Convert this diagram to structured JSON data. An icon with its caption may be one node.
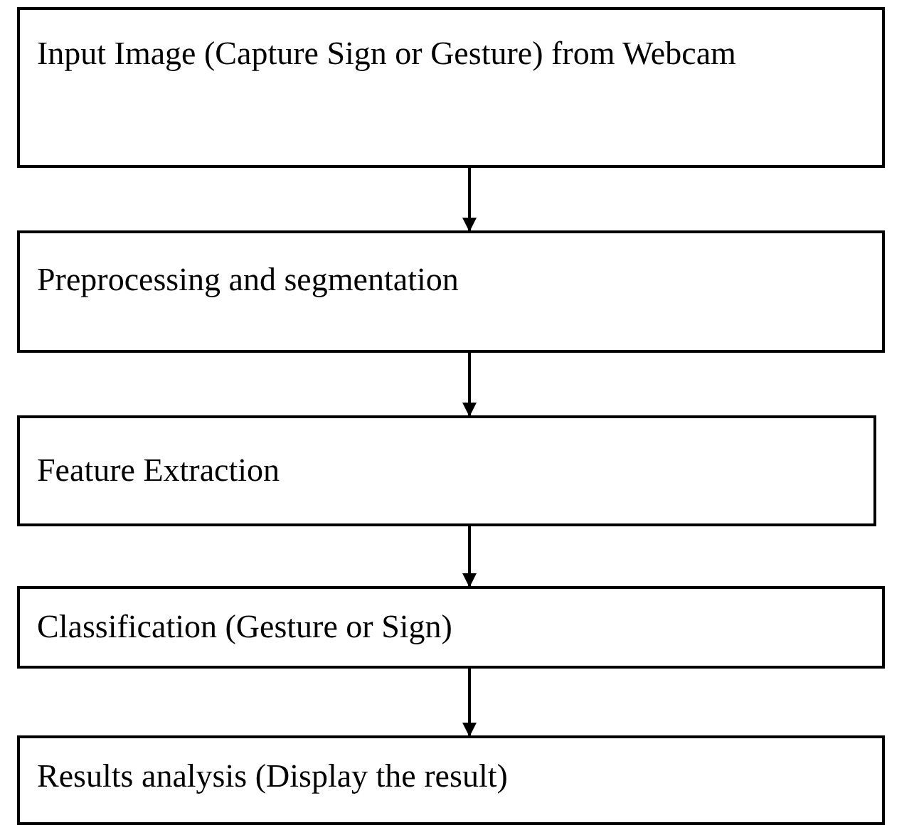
{
  "diagram": {
    "nodes": [
      {
        "text": [
          "Input Image (Capture Sign or Gesture) from Webcam"
        ]
      },
      {
        "text": [
          "Preprocessing and segmentation"
        ]
      },
      {
        "text": [
          "Feature Extraction"
        ]
      },
      {
        "text": [
          "Classification (Gesture or Sign)"
        ]
      },
      {
        "text": [
          "Results analysis (Display the result)"
        ]
      }
    ],
    "edges": [
      {
        "from": 0,
        "to": 1,
        "arrow": "to"
      },
      {
        "from": 1,
        "to": 2,
        "arrow": "to"
      },
      {
        "from": 2,
        "to": 3,
        "arrow": "to"
      },
      {
        "from": 3,
        "to": 4,
        "arrow": "to"
      }
    ]
  }
}
